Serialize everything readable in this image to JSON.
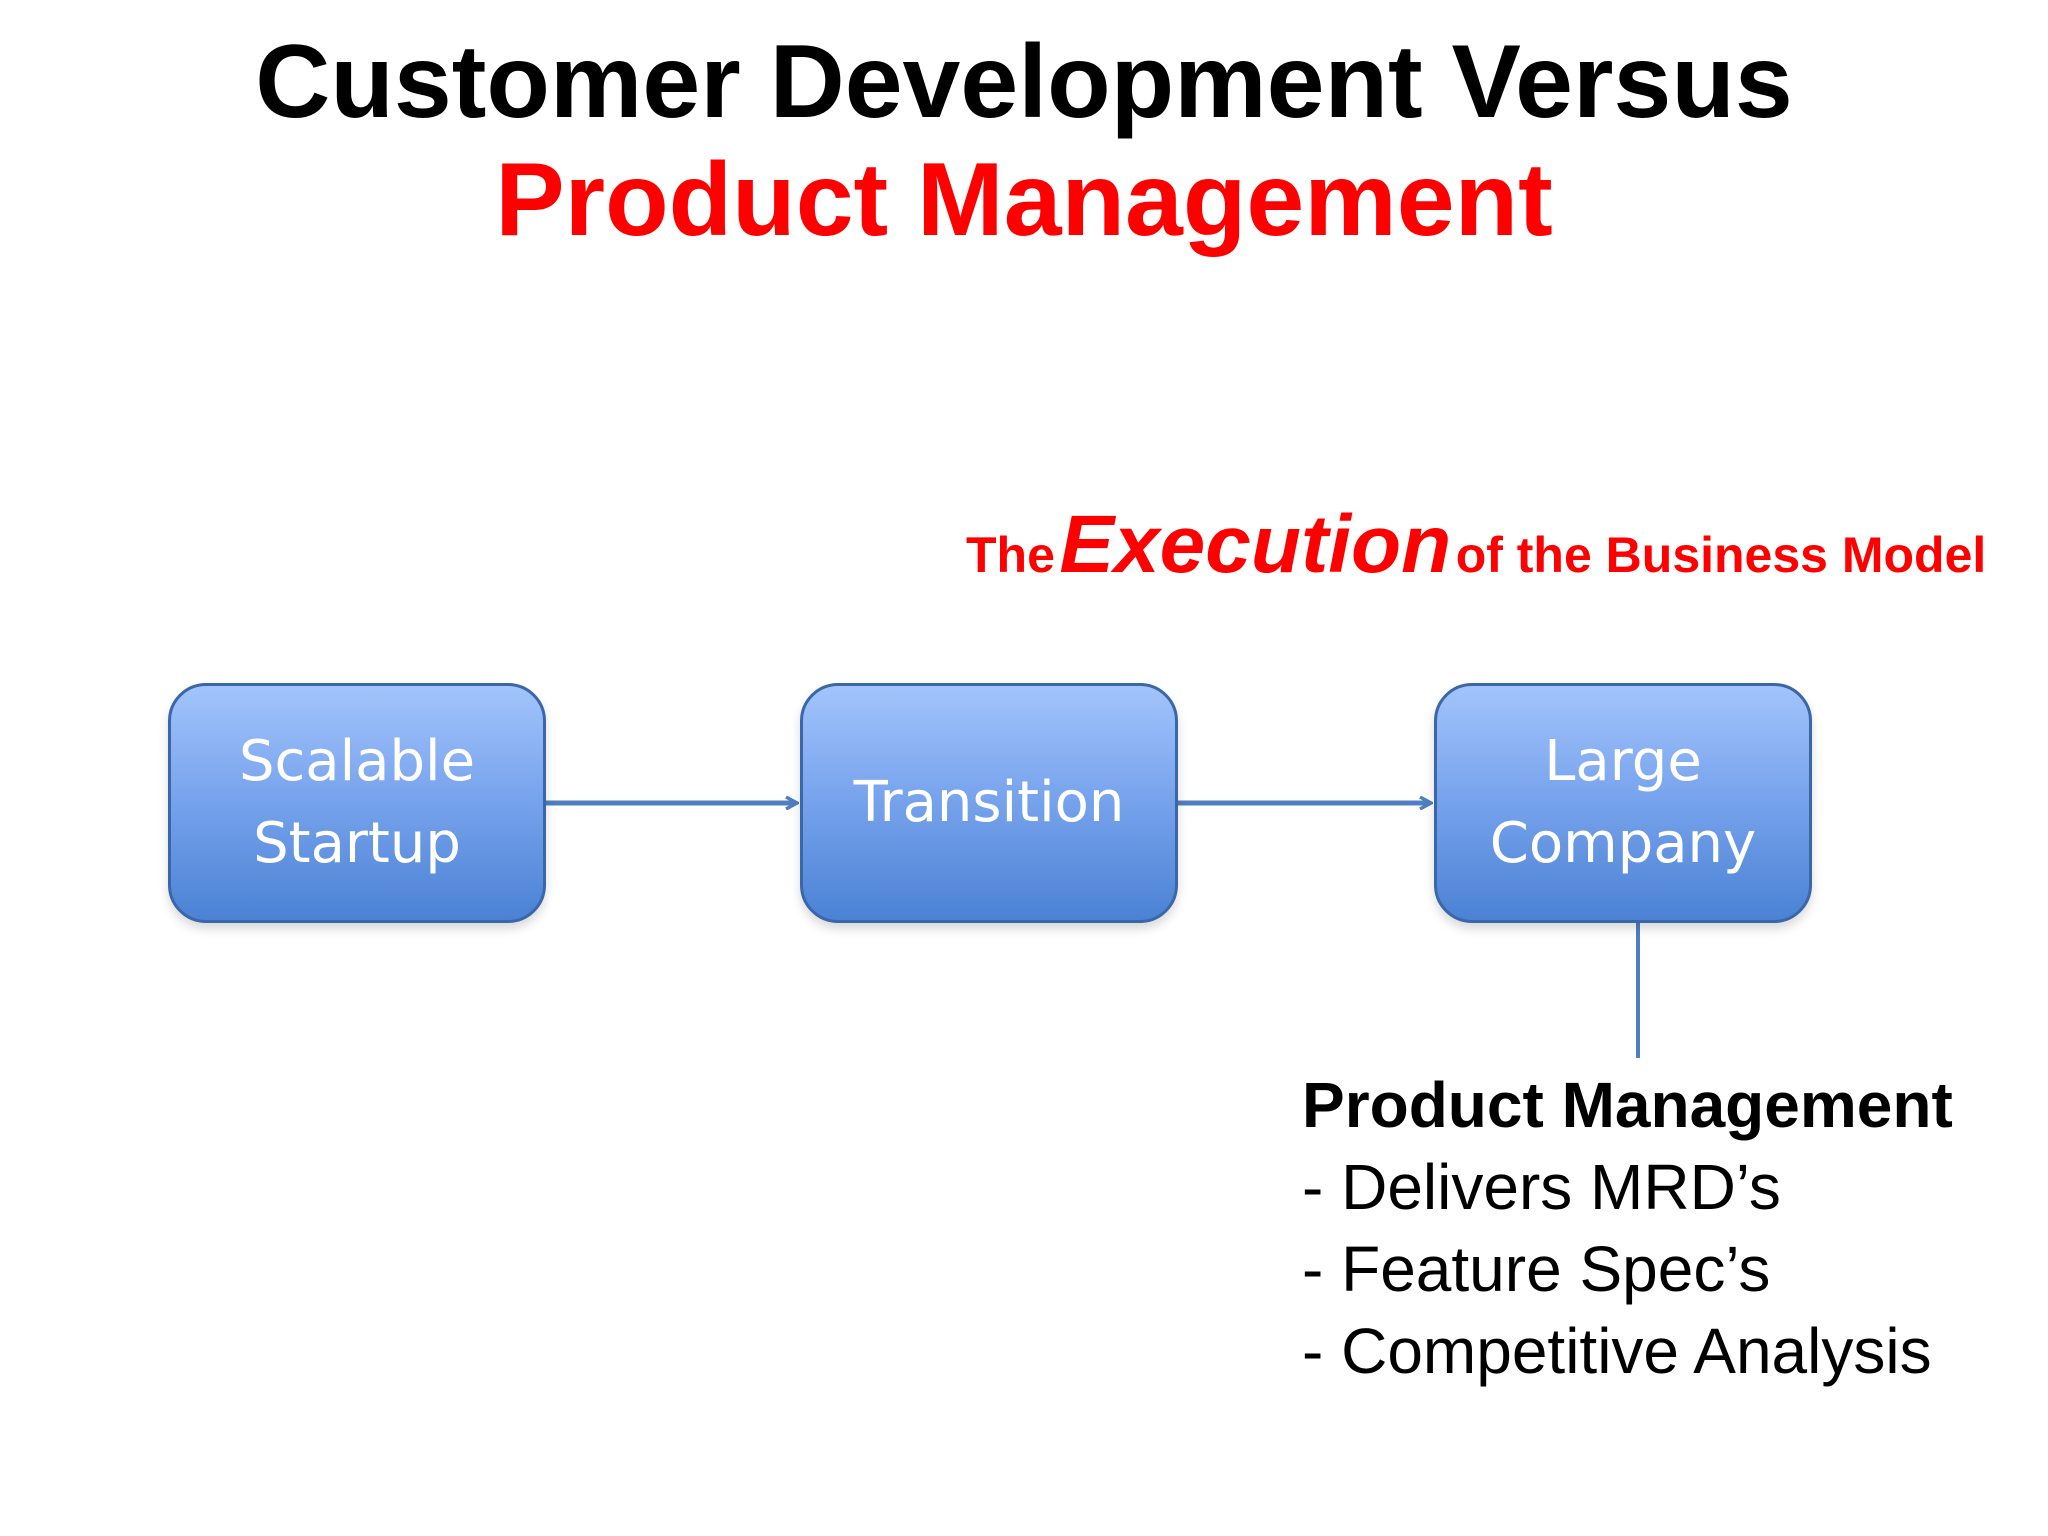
{
  "title": {
    "line1": "Customer Development Versus",
    "line2": "Product Management"
  },
  "tagline": {
    "prefix": "The",
    "emphasis": "Execution",
    "suffix": "of the Business Model"
  },
  "flow": {
    "boxes": [
      {
        "lines": [
          "Scalable",
          "Startup"
        ]
      },
      {
        "lines": [
          "Transition"
        ]
      },
      {
        "lines": [
          "Large",
          "Company"
        ]
      }
    ]
  },
  "product_management": {
    "heading": "Product Management",
    "items": [
      "- Delivers MRD’s",
      "- Feature Spec’s",
      "- Competitive Analysis"
    ]
  },
  "colors": {
    "title_black": "#000000",
    "accent_red": "#ff0000",
    "box_fill_top": "#a3c4fb",
    "box_fill_bottom": "#4b82d4",
    "connector_blue": "#4f7fc0"
  }
}
